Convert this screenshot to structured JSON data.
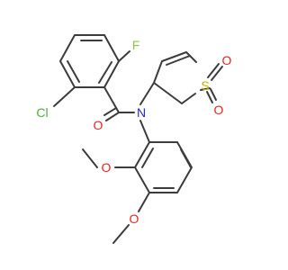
{
  "molecule": {
    "atoms": {
      "F": {
        "symbol": "F",
        "color": "#8fc44a"
      },
      "Cl": {
        "symbol": "Cl",
        "color": "#52ad3a"
      },
      "O_carbonyl": {
        "symbol": "O",
        "color": "#e8241e"
      },
      "N_amide": {
        "symbol": "N",
        "color": "#2424e8"
      },
      "S_ring": {
        "symbol": "S",
        "color": "#c9b100"
      },
      "O_sulfonyl_top": {
        "symbol": "O",
        "color": "#e8241e"
      },
      "O_sulfonyl_bottom": {
        "symbol": "O",
        "color": "#e8241e"
      },
      "O_methoxy_ortho": {
        "symbol": "O",
        "color": "#e8241e"
      },
      "O_methoxy_para": {
        "symbol": "O",
        "color": "#e8241e"
      }
    },
    "bond_color": "#3c3c3c"
  }
}
